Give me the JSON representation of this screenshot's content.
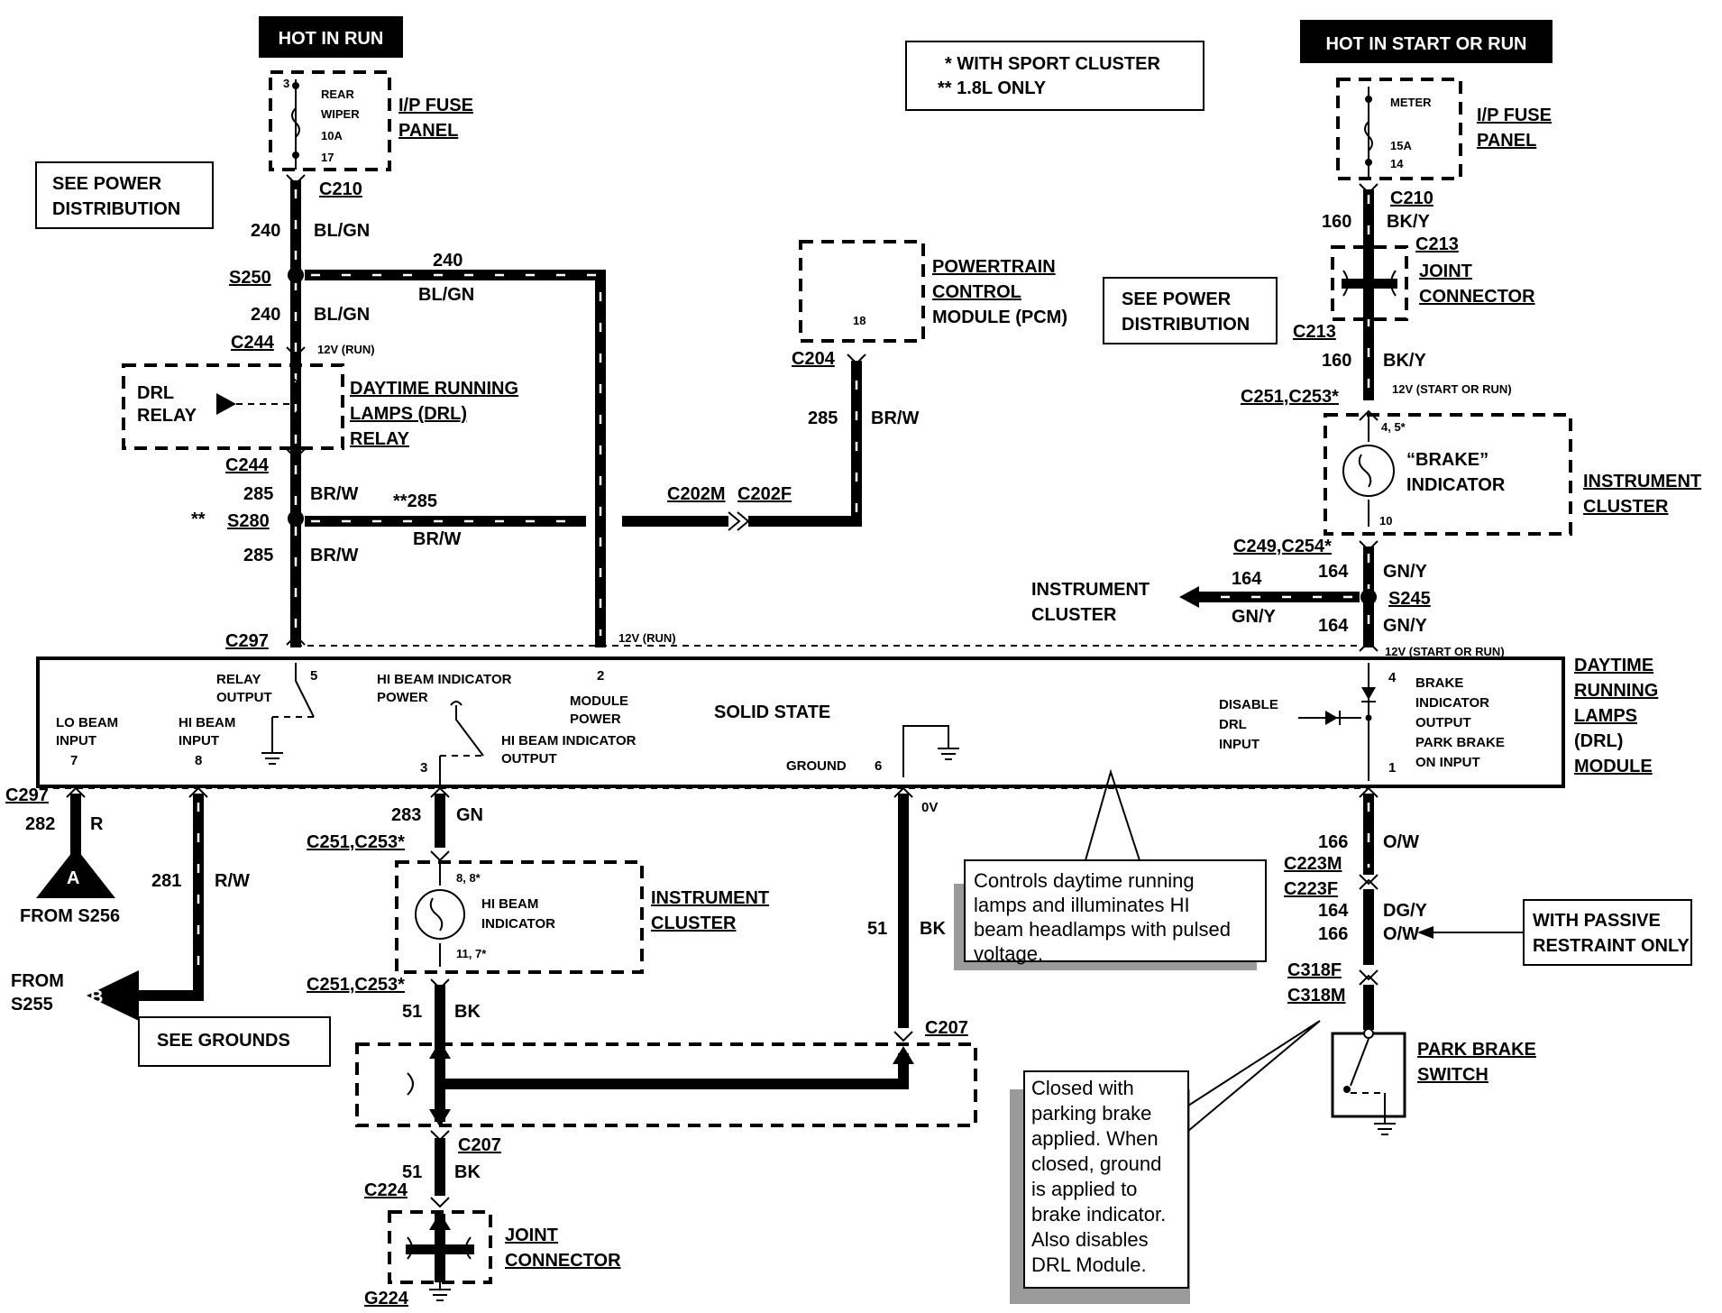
{
  "labels": {
    "hot_in_run": "HOT IN RUN",
    "hot_in_start_or_run": "HOT IN START OR RUN",
    "legend_sport": "* WITH SPORT CLUSTER",
    "legend_18l": "** 1.8L ONLY",
    "see_power_distribution": [
      "SEE POWER",
      "DISTRIBUTION"
    ],
    "see_grounds": "SEE GROUNDS",
    "fuse_rear_wiper": [
      "3",
      "REAR",
      "WIPER",
      "10A",
      "17"
    ],
    "fuse_meter": [
      "METER",
      "15A",
      "14"
    ],
    "ip_fuse_panel": [
      "I/P FUSE",
      "PANEL"
    ],
    "pcm": [
      "POWERTRAIN",
      "CONTROL",
      "MODULE (PCM)"
    ],
    "pcm_pin": "18",
    "joint_connector": [
      "JOINT",
      "CONNECTOR"
    ],
    "drl_relay_box": [
      "DRL",
      "RELAY"
    ],
    "drl_relay_name": [
      "DAYTIME RUNNING",
      "LAMPS (DRL)",
      "RELAY"
    ],
    "brake_indicator": [
      "“BRAKE”",
      "INDICATOR"
    ],
    "instrument_cluster": [
      "INSTRUMENT",
      "CLUSTER"
    ],
    "hi_beam_indicator": [
      "HI BEAM",
      "INDICATOR"
    ],
    "drl_module": [
      "DAYTIME",
      "RUNNING",
      "LAMPS",
      "(DRL)",
      "MODULE"
    ],
    "solid_state": "SOLID STATE",
    "park_brake_switch": [
      "PARK BRAKE",
      "SWITCH"
    ],
    "with_passive_restraint": [
      "WITH PASSIVE",
      "RESTRAINT ONLY"
    ],
    "from_s256": "FROM S256",
    "from_s255": [
      "FROM",
      "S255"
    ],
    "connector_a": "A",
    "connector_b": "B"
  },
  "connectors": {
    "c210": "C210",
    "s250": "S250",
    "c244": "C244",
    "s280": "S280",
    "c297": "C297",
    "c204": "C204",
    "c202m": "C202M",
    "c202f": "C202F",
    "c213": "C213",
    "c251_c253": "C251,C253*",
    "c249_c254": "C249,C254*",
    "s245": "S245",
    "c223m": "C223M",
    "c223f": "C223F",
    "c318f": "C318F",
    "c318m": "C318M",
    "c207": "C207",
    "c224": "C224",
    "g224": "G224"
  },
  "wires": {
    "w240": "240",
    "blgn": "BL/GN",
    "w285": "285",
    "w285_star": "**285",
    "brw": "BR/W",
    "w160": "160",
    "bky": "BK/Y",
    "w164": "164",
    "gny": "GN/Y",
    "w166": "166",
    "ow": "O/W",
    "dgy": "DG/Y",
    "w283": "283",
    "gn": "GN",
    "w51": "51",
    "bk": "BK",
    "w282": "282",
    "r": "R",
    "w281": "281",
    "rw": "R/W",
    "star2": "**"
  },
  "pins": {
    "v12_run": "12V (RUN)",
    "v12_start_run": "12V (START OR RUN)",
    "zero_v": "0V",
    "relay_output": [
      "RELAY",
      "OUTPUT"
    ],
    "pin5": "5",
    "hi_beam_ind_power": [
      "HI BEAM INDICATOR",
      "POWER"
    ],
    "pin2": "2",
    "module_power": [
      "MODULE",
      "POWER"
    ],
    "lo_beam_input": [
      "LO BEAM",
      "INPUT"
    ],
    "pin7": "7",
    "hi_beam_input": [
      "HI BEAM",
      "INPUT"
    ],
    "pin8": "8",
    "pin3": "3",
    "hi_beam_ind_output": [
      "HI BEAM INDICATOR",
      "OUTPUT"
    ],
    "ground": "GROUND",
    "pin6": "6",
    "disable_drl_input": [
      "DISABLE",
      "DRL",
      "INPUT"
    ],
    "pin4": "4",
    "brake_ind_output": [
      "BRAKE",
      "INDICATOR",
      "OUTPUT"
    ],
    "park_brake_on_input": [
      "PARK BRAKE",
      "ON INPUT"
    ],
    "pin1": "1",
    "pin_4_5": "4, 5*",
    "pin10": "10",
    "pin_8_8": "8, 8*",
    "pin_11_7": "11, 7*"
  },
  "notes": {
    "controls": [
      "Controls  daytime  running",
      "lamps  and  illuminates  HI",
      "beam headlamps with pulsed",
      "voltage."
    ],
    "closed": [
      "Closed      with",
      "parking   brake",
      "applied.  When",
      "closed, ground",
      "is   applied   to",
      "brake indicator.",
      "Also   disables",
      "DRL Module."
    ]
  }
}
